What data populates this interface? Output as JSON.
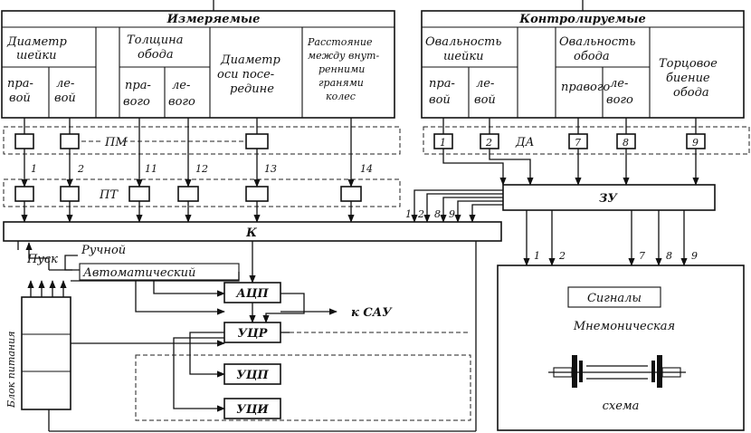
{
  "groups": {
    "measured": "Измеряемые",
    "controlled": "Контролируемые"
  },
  "measured": {
    "journal_diameter": [
      "Диаметр",
      "шейки"
    ],
    "right": [
      "пра-",
      "вой"
    ],
    "left": [
      "ле-",
      "вой"
    ],
    "rim_thickness": [
      "Толщина",
      "обода"
    ],
    "right_rim": [
      "пра-",
      "вого"
    ],
    "left_rim": [
      "ле-",
      "вого"
    ],
    "axle_diameter": [
      "Диаметр",
      "оси посе-",
      "редине"
    ],
    "inner_distance": [
      "Расстояние",
      "между внут-",
      "ренними",
      "гранями",
      "колес"
    ]
  },
  "controlled": {
    "journal_ovality": [
      "Овальность",
      "шейки"
    ],
    "right": [
      "пра-",
      "вой"
    ],
    "left": [
      "ле-",
      "вой"
    ],
    "rim_ovality": [
      "Овальность",
      "обода"
    ],
    "right_rim": [
      "правого",
      ""
    ],
    "left_rim": [
      "ле-",
      "вого"
    ],
    "face_runout": [
      "Торцовое",
      "биение",
      "обода"
    ]
  },
  "sensor_rows": {
    "pm": "ПМ",
    "pt": "ПТ",
    "da": "ДА"
  },
  "numbers": {
    "measured_channels": [
      "1",
      "2",
      "11",
      "12",
      "13",
      "14"
    ],
    "controlled_channels": [
      "1",
      "2",
      "7",
      "8",
      "9"
    ],
    "zu_inputs": [
      "1",
      "2",
      "8",
      "9"
    ],
    "zu_outputs": [
      "1",
      "2",
      "7",
      "8",
      "9"
    ]
  },
  "blocks": {
    "k": "К",
    "zu": "ЗУ",
    "adc": "АЦП",
    "ucr": "УЦР",
    "ucp": "УЦП",
    "uci": "УЦИ",
    "power": "Блок питания"
  },
  "labels": {
    "start": "Пуск",
    "manual": "Ручной",
    "automatic": "Автоматический",
    "to_sau": "к САУ"
  },
  "display": {
    "signals": "Сигналы",
    "mnemonic": "Мнемоническая",
    "scheme": "схема"
  }
}
